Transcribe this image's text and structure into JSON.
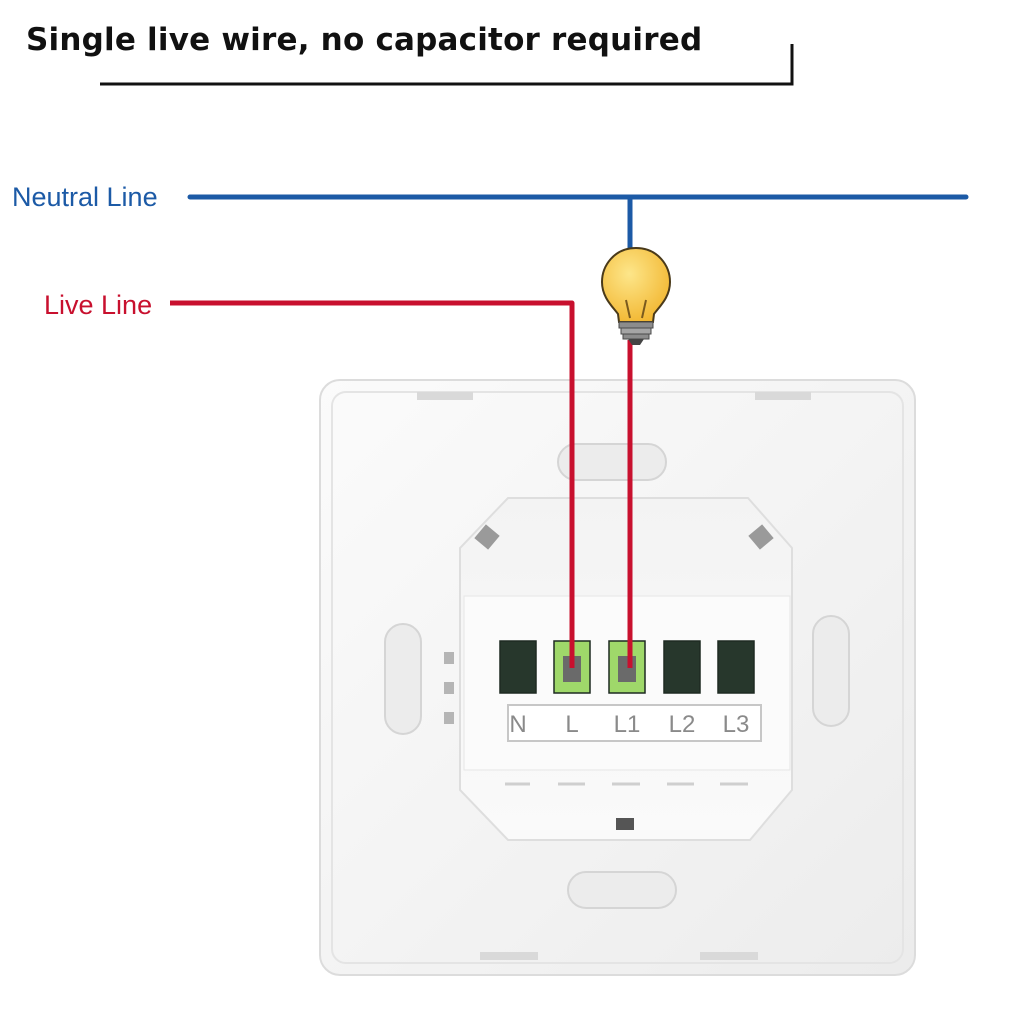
{
  "title": "Single live wire, no capacitor required",
  "lines": {
    "neutral": {
      "label": "Neutral Line",
      "color": "#1c5aa6"
    },
    "live": {
      "label": "Live Line",
      "color": "#c8102e"
    }
  },
  "terminals": [
    {
      "label": "N",
      "wired": false
    },
    {
      "label": "L",
      "wired": true
    },
    {
      "label": "L1",
      "wired": true
    },
    {
      "label": "L2",
      "wired": false
    },
    {
      "label": "L3",
      "wired": false
    }
  ],
  "colors": {
    "wired_terminal": "#9fd86a",
    "empty_terminal": "#27372c",
    "bulb": "#f7c948"
  },
  "icons": [
    "light-bulb-icon"
  ]
}
